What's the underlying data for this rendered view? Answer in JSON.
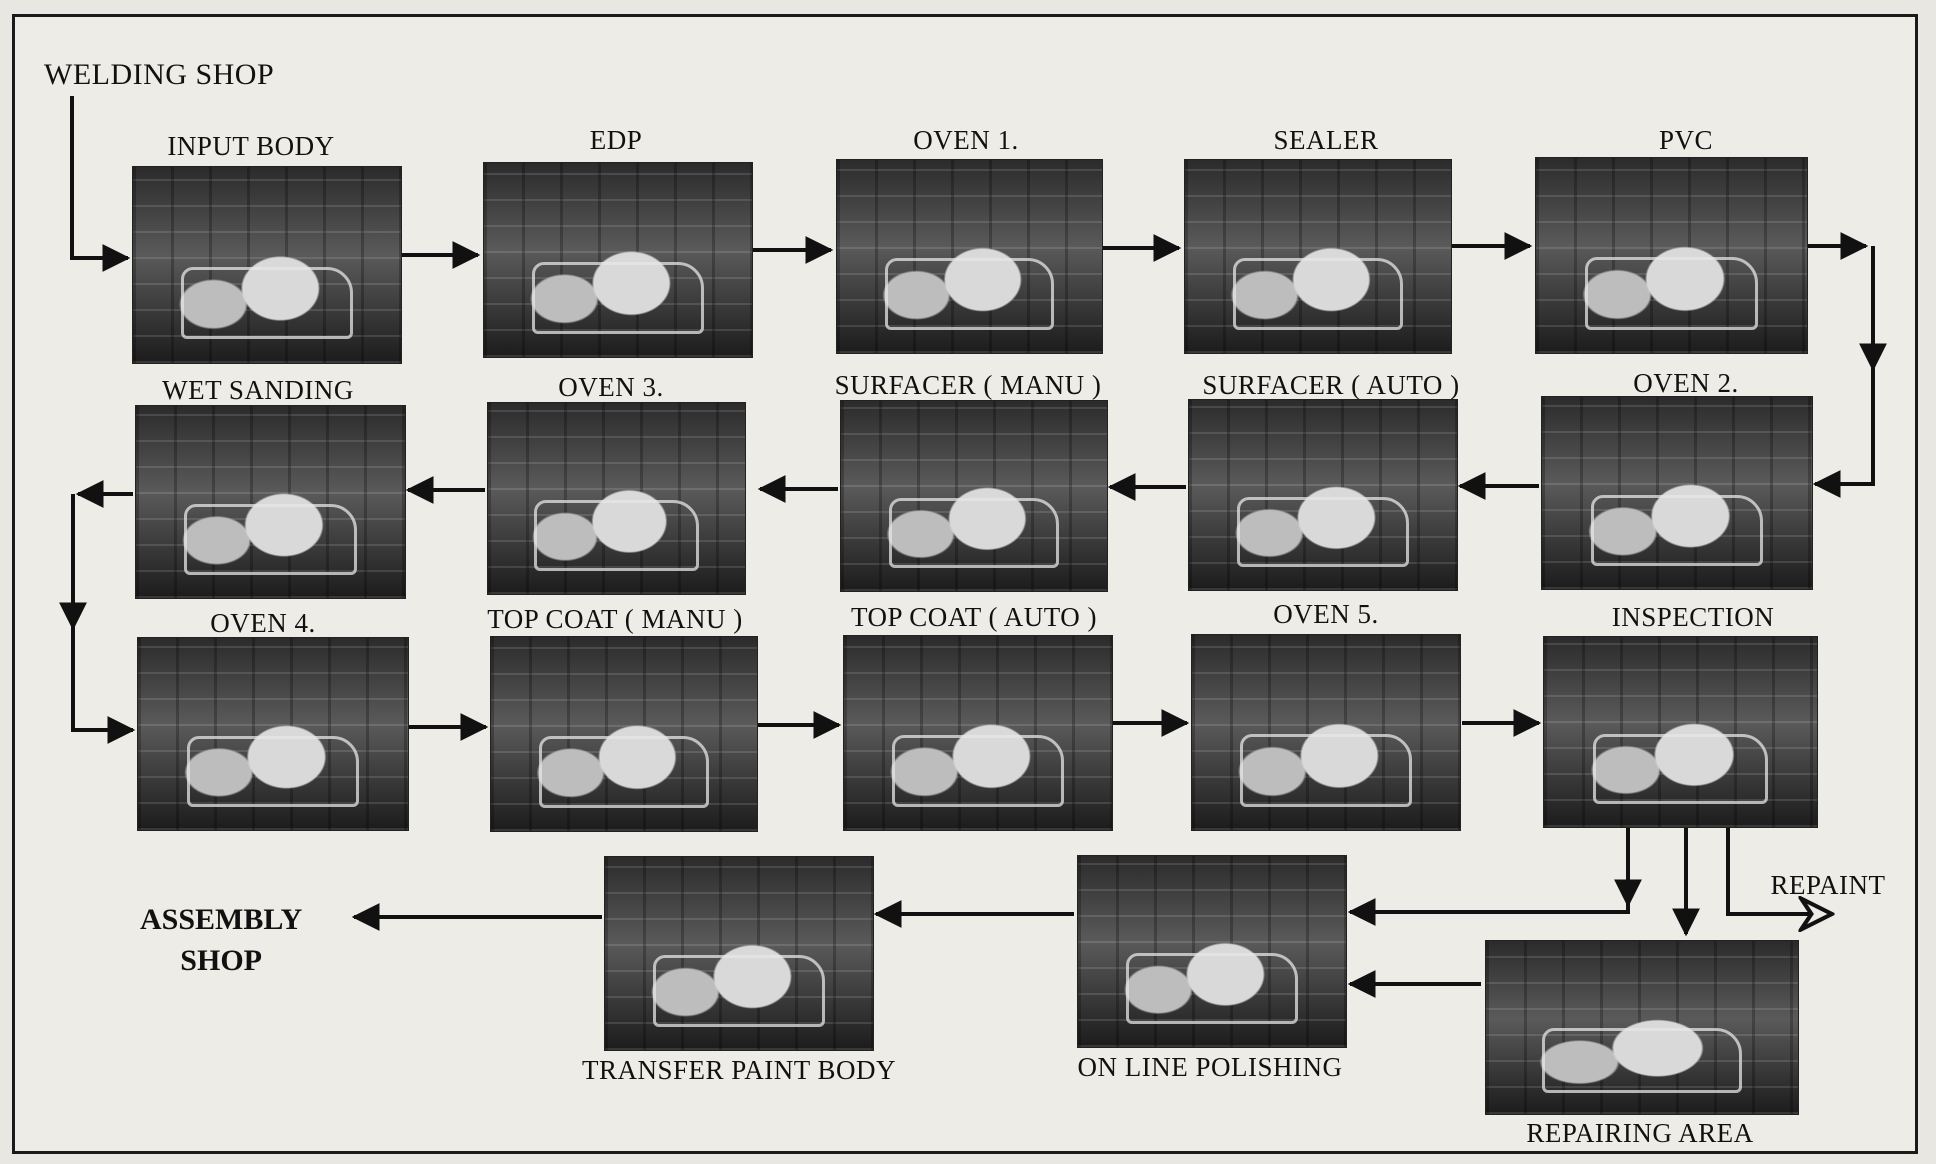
{
  "start_label": "WELDING  SHOP",
  "end_label_line1": "ASSEMBLY",
  "end_label_line2": "SHOP",
  "repaint_label": "REPAINT",
  "stations": {
    "input_body": "INPUT BODY",
    "edp": "EDP",
    "oven1": "OVEN 1.",
    "sealer": "SEALER",
    "pvc": "PVC",
    "wet_sanding": "WET SANDING",
    "oven3": "OVEN 3.",
    "surfacer_manu": "SURFACER ( MANU )",
    "surfacer_auto": "SURFACER ( AUTO )",
    "oven2": "OVEN 2.",
    "oven4": "OVEN 4.",
    "top_coat_manu": "TOP COAT ( MANU )",
    "top_coat_auto": "TOP COAT  ( AUTO )",
    "oven5": "OVEN 5.",
    "inspection": "INSPECTION",
    "transfer_paint_body": "TRANSFER PAINT  BODY",
    "on_line_polishing": "ON LINE POLISHING",
    "repairing_area": "REPAIRING AREA"
  }
}
